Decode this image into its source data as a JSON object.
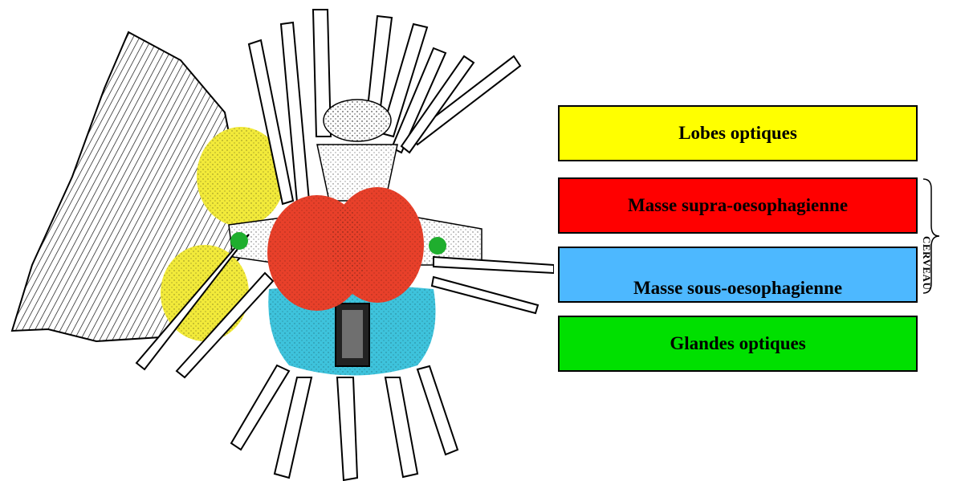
{
  "legend": {
    "lobes_optiques": {
      "label": "Lobes optiques",
      "color": "#ffff00"
    },
    "masse_supra": {
      "label": "Masse supra-oesophagienne",
      "color": "#ff0000"
    },
    "masse_sous": {
      "label": "Masse sous-oesophagienne",
      "color": "#4db8ff"
    },
    "glandes_optiques": {
      "label": "Glandes optiques",
      "color": "#00e000"
    }
  },
  "bracket_label": "CERVEAU",
  "illustration_colors": {
    "optic_lobe": "#f2ea3a",
    "supra_mass": "#e8402a",
    "sous_mass": "#3ec3dc",
    "optic_gland": "#1fae2e"
  }
}
